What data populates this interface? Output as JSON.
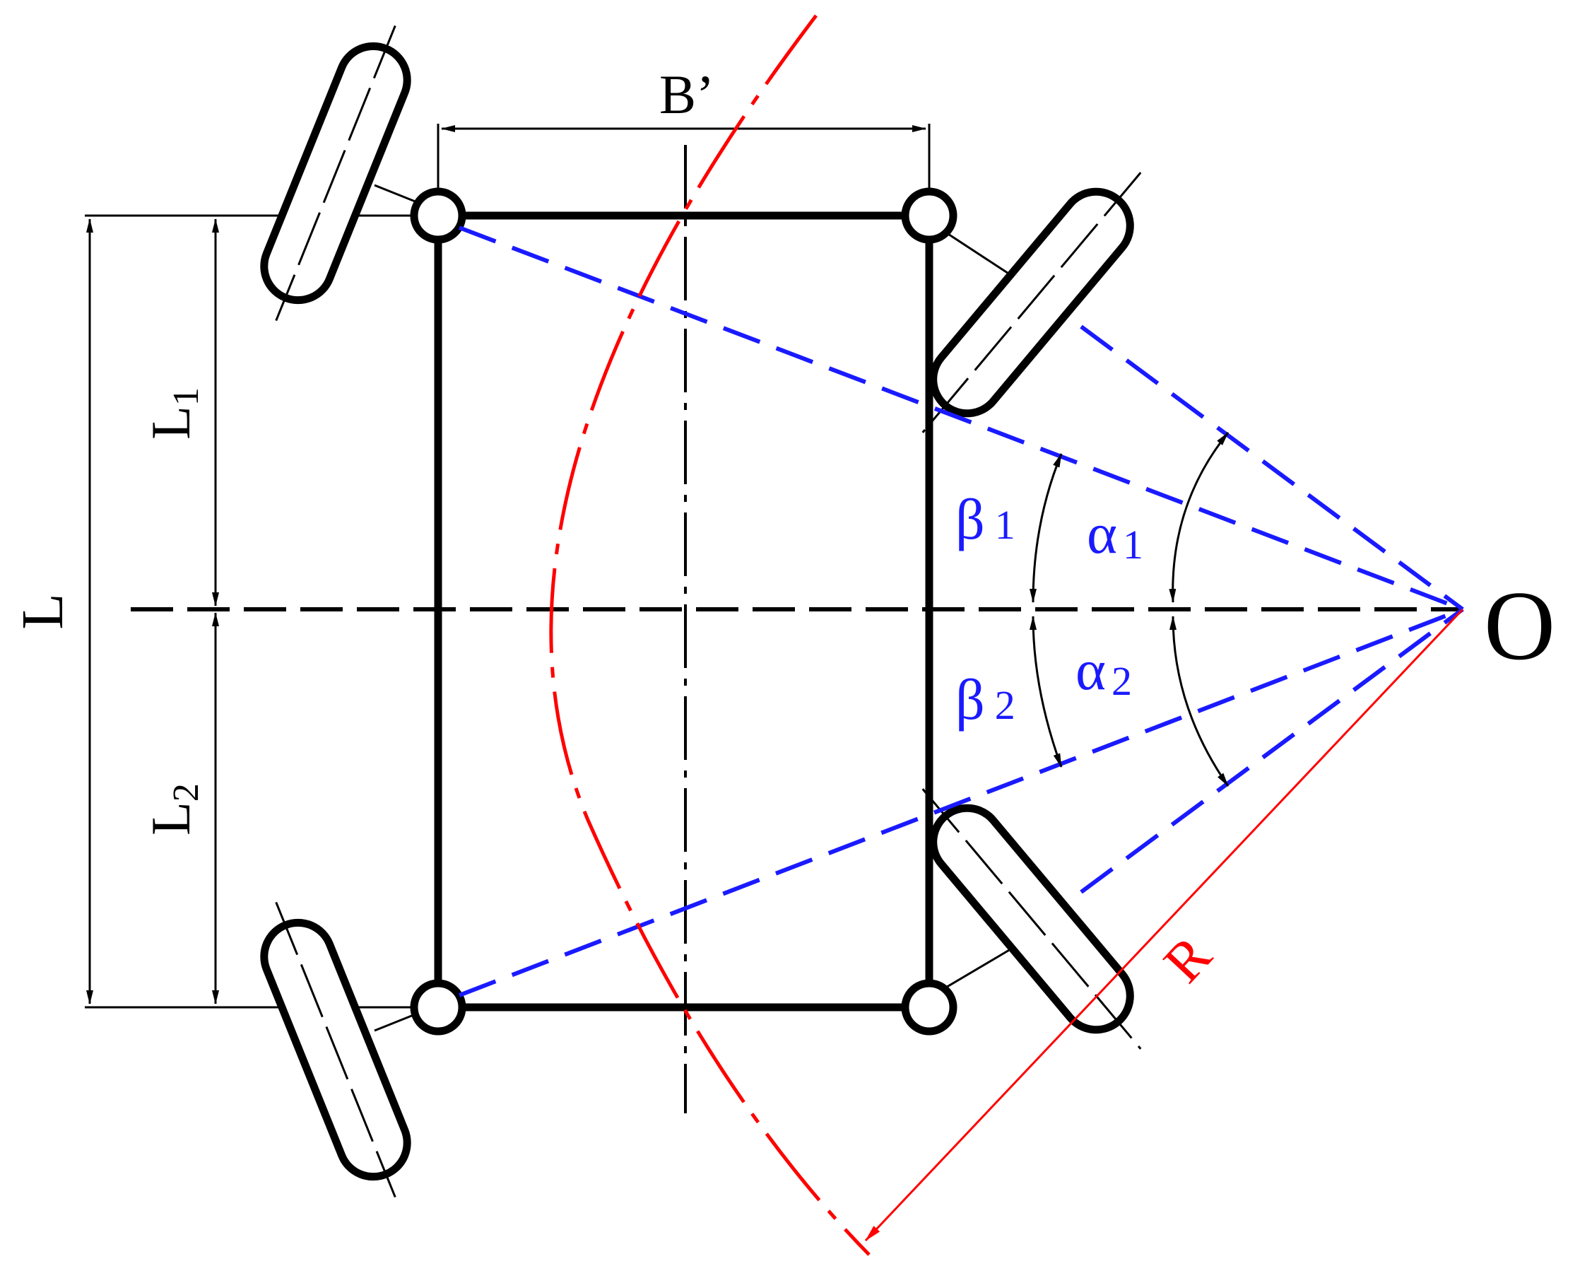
{
  "diagram": {
    "labels": {
      "track_width": "B’",
      "wheelbase_total": "L",
      "wheelbase_front": "L",
      "wheelbase_front_sub": "1",
      "wheelbase_rear": "L",
      "wheelbase_rear_sub": "2",
      "beta1": "β",
      "beta1_sub": "1",
      "beta2": "β",
      "beta2_sub": "2",
      "alpha1": "α",
      "alpha1_sub": "1",
      "alpha2": "α",
      "alpha2_sub": "2",
      "turn_center": "O",
      "turn_radius": "R"
    },
    "colors": {
      "frame": "#000000",
      "turn_lines": "#1a1aff",
      "turn_radius": "#ff0000",
      "label_blue": "#1a1aff",
      "label_red": "#ff0000"
    }
  }
}
